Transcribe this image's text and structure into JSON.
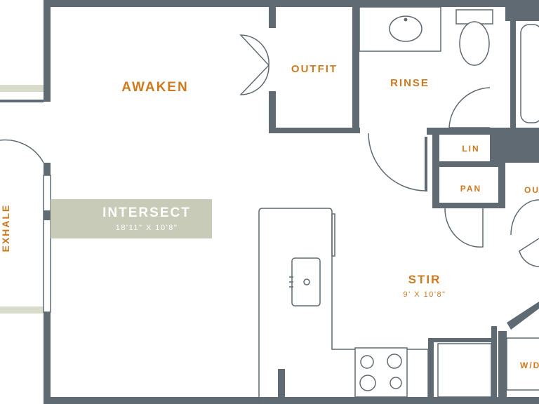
{
  "rooms": {
    "awaken": {
      "label": "AWAKEN"
    },
    "outfit": {
      "label": "OUTFIT"
    },
    "rinse": {
      "label": "RINSE"
    },
    "lin": {
      "label": "LIN"
    },
    "pan": {
      "label": "PAN"
    },
    "ou": {
      "label": "OU"
    },
    "stir": {
      "label": "STIR",
      "dimensions": "9' X 10'8\""
    },
    "wd": {
      "label": "W/D"
    },
    "exhale": {
      "label": "EXHALE"
    },
    "intersect": {
      "label": "INTERSECT",
      "dimensions": "18'11\" X 10'8\""
    }
  },
  "colors": {
    "wall": "#5f6a73",
    "label": "#d07a1e",
    "highlight": "#c8cbb8"
  }
}
